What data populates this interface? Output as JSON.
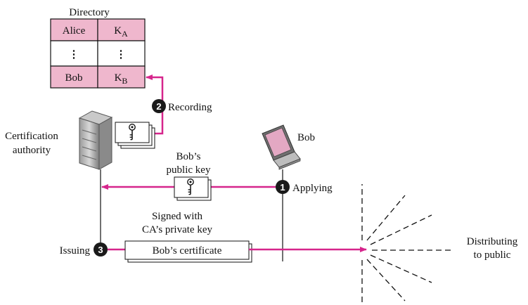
{
  "directory": {
    "title": "Directory",
    "rows": [
      {
        "name": "Alice",
        "key_main": "K",
        "key_sub": "A"
      },
      {
        "name": "⋮",
        "key_main": "⋮",
        "key_sub": ""
      },
      {
        "name": "Bob",
        "key_main": "K",
        "key_sub": "B"
      }
    ]
  },
  "certification_authority": {
    "line1": "Certification",
    "line2": "authority"
  },
  "bob": {
    "label": "Bob"
  },
  "public_key": {
    "line1": "Bob’s",
    "line2": "public key"
  },
  "signed": {
    "line1": "Signed with",
    "line2": "CA’s private key"
  },
  "certificate": {
    "label": "Bob’s certificate"
  },
  "distributing": {
    "line1": "Distributing",
    "line2": "to public"
  },
  "steps": [
    {
      "number": "1",
      "label": "Applying"
    },
    {
      "number": "2",
      "label": "Recording"
    },
    {
      "number": "3",
      "label": "Issuing"
    }
  ],
  "colors": {
    "arrow": "#d6258c",
    "directory_cell": "#efb7cd",
    "badge": "#1a1a1a"
  },
  "icons": [
    "server-icon",
    "laptop-icon",
    "key-icon"
  ]
}
